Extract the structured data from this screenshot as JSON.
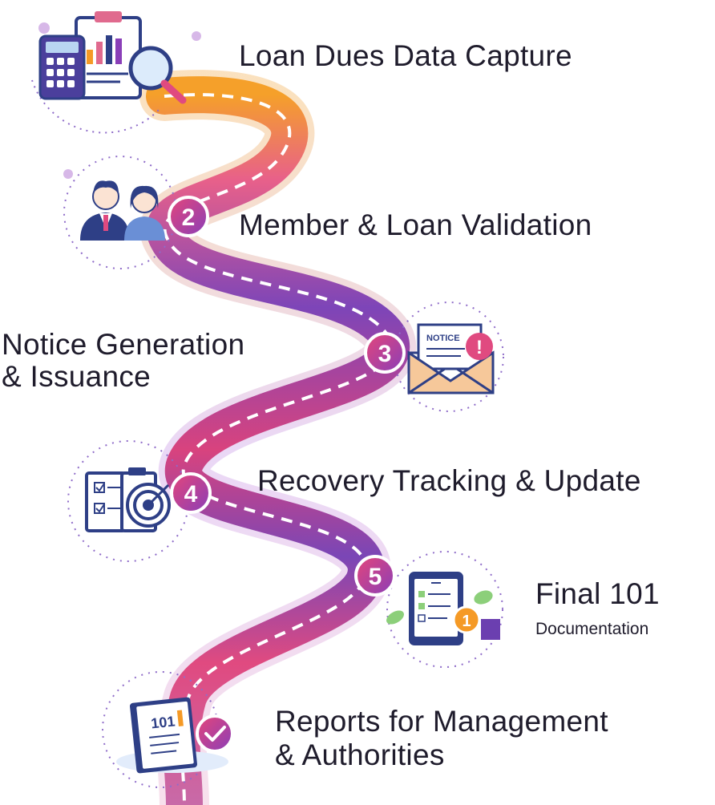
{
  "steps": [
    {
      "number": "",
      "label": "Loan Dues Data Capture",
      "icon": "calculator-report-magnifier-icon"
    },
    {
      "number": "2",
      "label": "Member & Loan Validation",
      "icon": "two-members-icon"
    },
    {
      "number": "3",
      "label_line1": "Notice Generation",
      "label_line2": "& Issuance",
      "icon": "notice-envelope-icon",
      "icon_text": "NOTICE"
    },
    {
      "number": "4",
      "label": "Recovery Tracking & Update",
      "icon": "checklist-target-icon"
    },
    {
      "number": "5",
      "label": "Final 101",
      "sublabel": "Documentation",
      "icon": "tablet-checklist-icon",
      "icon_badge": "1"
    },
    {
      "number": "",
      "label_line1": "Reports for Management",
      "label_line2": "& Authorities",
      "icon": "report-101-checkmark-icon",
      "icon_text": "101"
    }
  ],
  "colors": {
    "road_orange": "#f5a02a",
    "road_pink": "#d63c7f",
    "road_purple": "#6b3fb0",
    "badge_start": "#e4457a",
    "badge_end": "#8a3fb8",
    "icon_navy": "#2e3f86",
    "accent_orange": "#f59a26"
  }
}
